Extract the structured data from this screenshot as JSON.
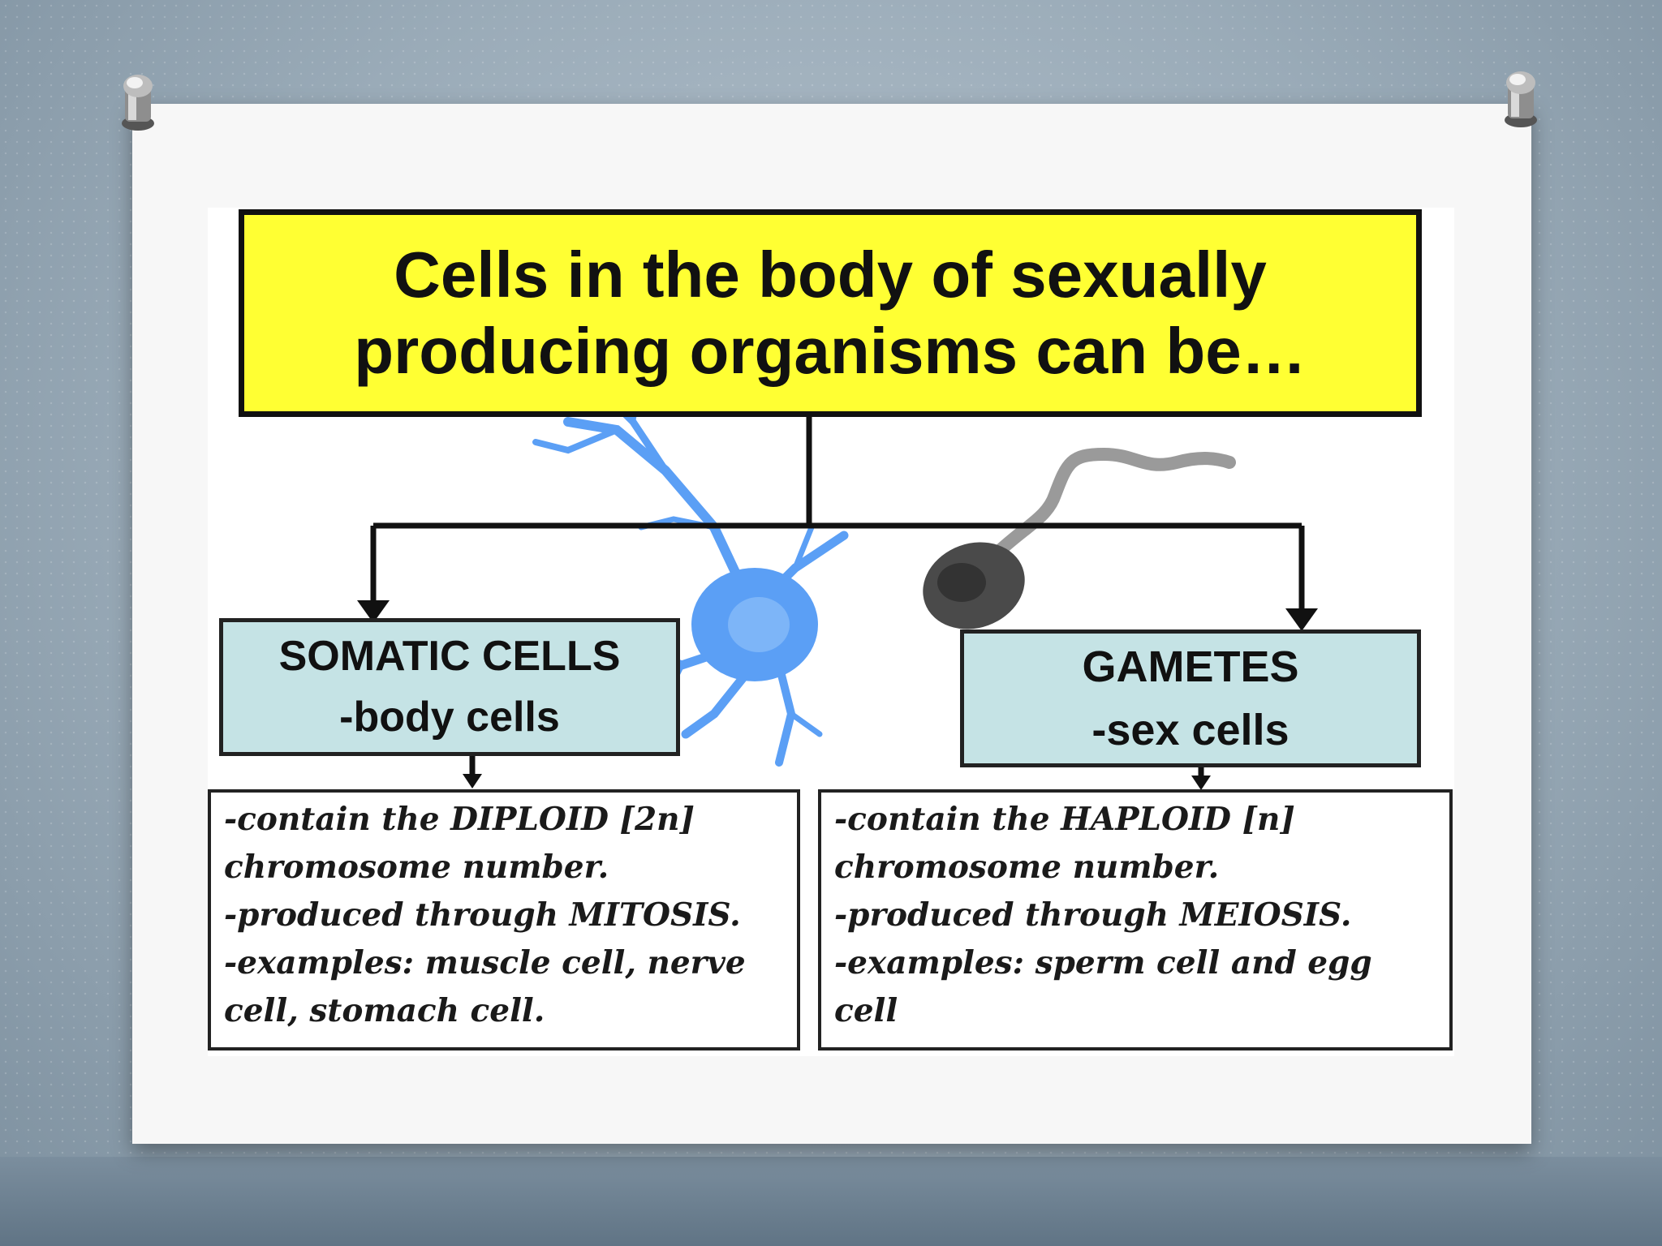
{
  "colors": {
    "title_fill": "#ffff33",
    "cell_box_fill": "#c5e3e5",
    "neuron": "#5b9ff5",
    "backdrop": "#9aabb8"
  },
  "icons": [
    "pushpin-icon",
    "neuron-icon",
    "sperm-cell-icon",
    "down-arrow-icon"
  ],
  "title": {
    "line1": "Cells in the body of sexually",
    "line2": "producing organisms can be…"
  },
  "somatic": {
    "heading": "SOMATIC CELLS",
    "subheading": "-body cells",
    "details": [
      "-contain the DIPLOID [2n]",
      "chromosome number.",
      "-produced through MITOSIS.",
      "-examples: muscle cell, nerve",
      "cell, stomach cell."
    ]
  },
  "gametes": {
    "heading": "GAMETES",
    "subheading": "-sex cells",
    "details": [
      "-contain the HAPLOID [n]",
      "chromosome number.",
      "-produced through MEIOSIS.",
      "-examples: sperm cell and egg",
      "cell"
    ]
  }
}
